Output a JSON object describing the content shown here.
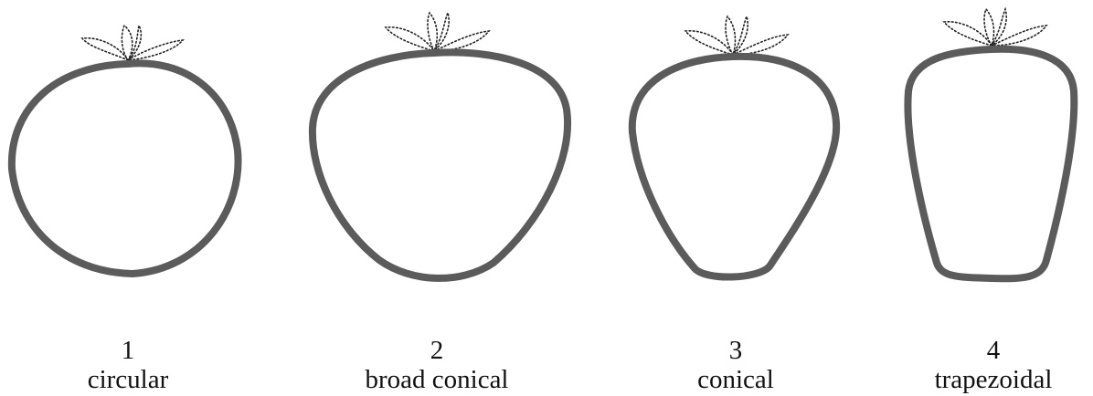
{
  "shapes": [
    {
      "number": "1",
      "name": "circular"
    },
    {
      "number": "2",
      "name": "broad conical"
    },
    {
      "number": "3",
      "name": "conical"
    },
    {
      "number": "4",
      "name": "trapezoidal"
    }
  ],
  "colors": {
    "outline": "#5b5b5b",
    "calyx": "#222222",
    "text": "#111111",
    "background": "#ffffff"
  }
}
